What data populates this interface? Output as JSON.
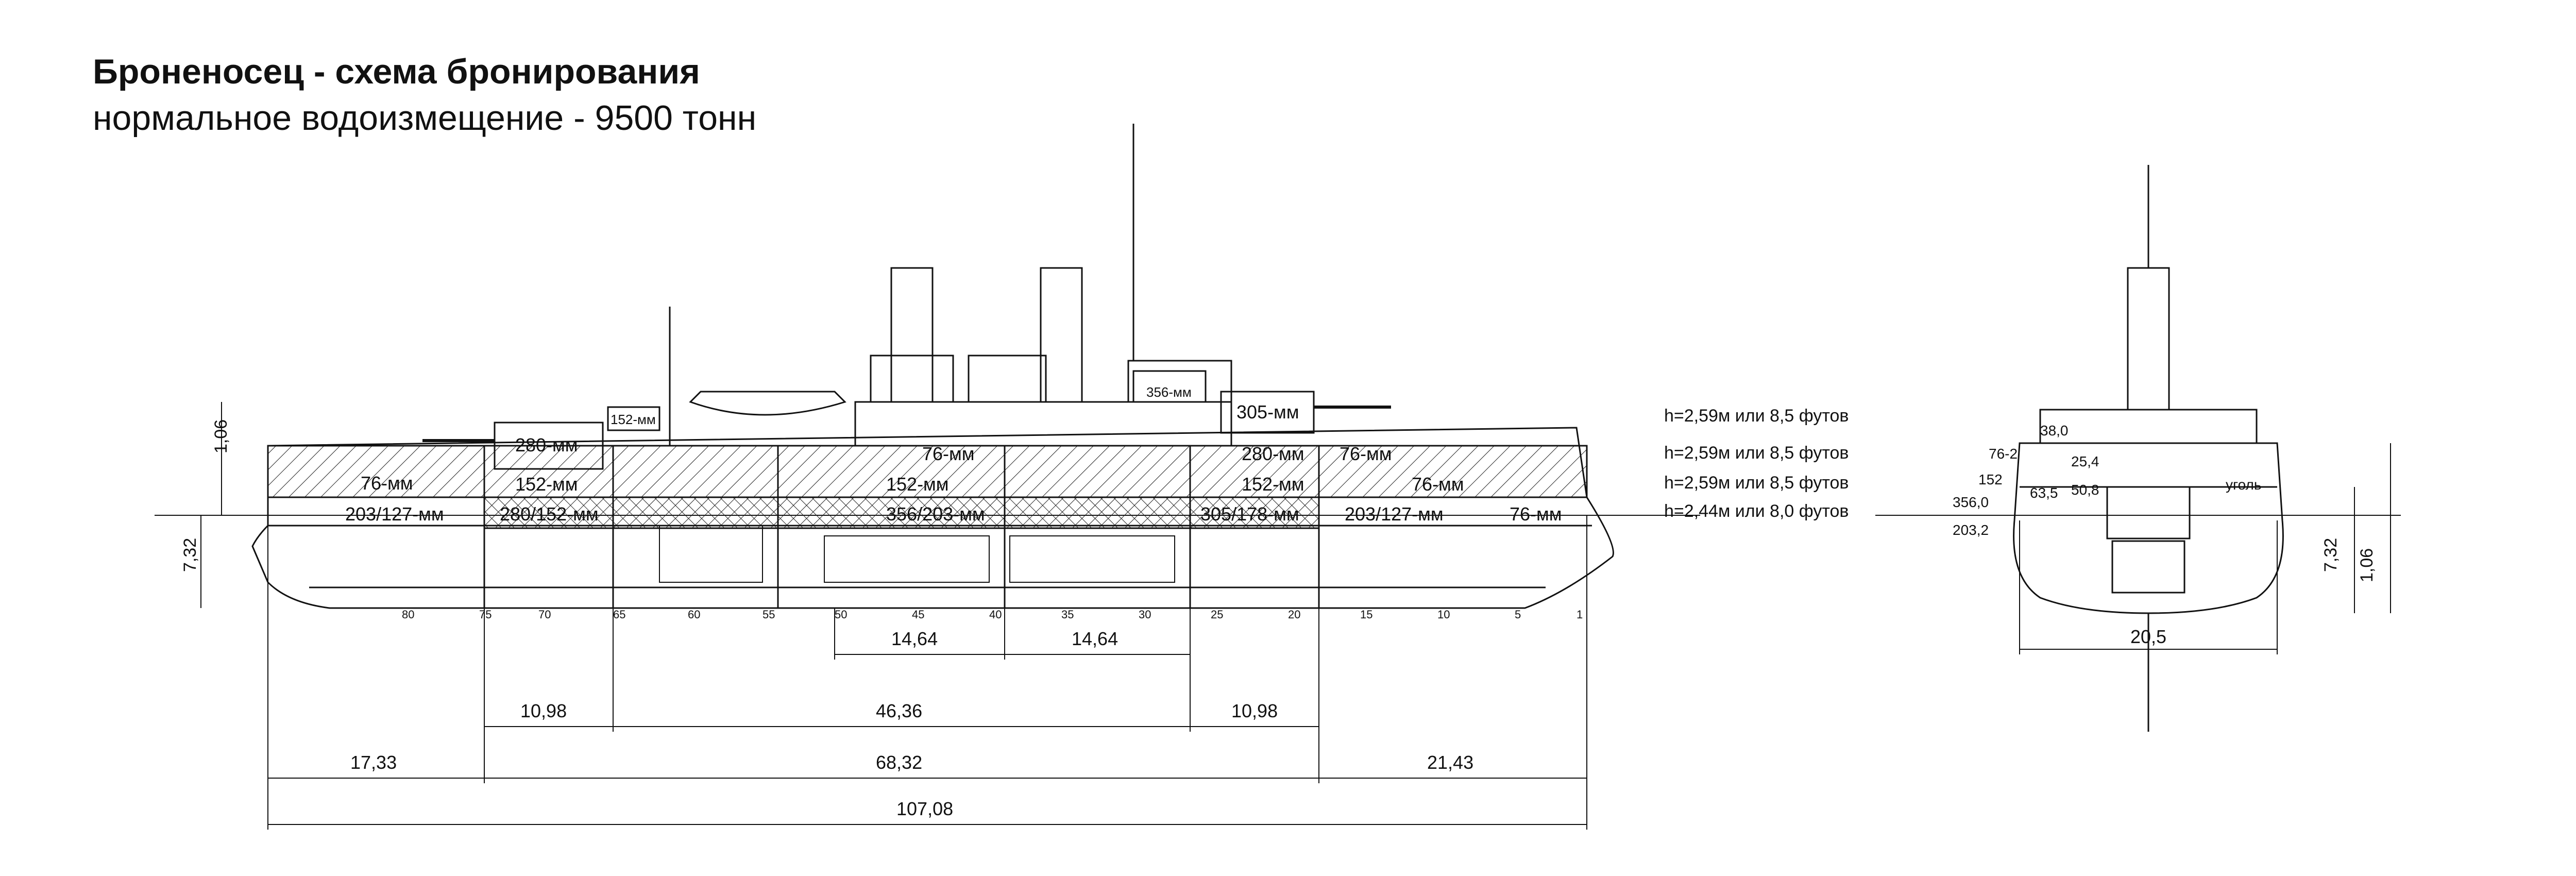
{
  "header": {
    "title": "Броненосец - схема бронирования",
    "subtitle": "нормальное водоизмещение - 9500 тонн"
  },
  "side_view": {
    "armor_labels": {
      "turret_fore": "280-мм",
      "turret_aft": "305-мм",
      "small_turret": "152-мм",
      "tower": "356-мм",
      "deck_76_fore": "76-мм",
      "deck_76_mid": "76-мм",
      "deck_76_aft": "76-мм",
      "cas_152_fore": "152-мм",
      "cas_152_mid": "152-мм",
      "cas_152_aft": "152-мм",
      "barbette_aft": "280-мм",
      "side_76_aft": "76-мм",
      "belt_bow": "203/127-мм",
      "belt_fore": "280/152-мм",
      "belt_mid": "356/203-мм",
      "belt_aft": "305/178-мм",
      "belt_stern": "203/127-мм",
      "belt_end": "76-мм"
    },
    "heights": [
      "h=2,59м или 8,5 футов",
      "h=2,59м или 8,5 футов",
      "h=2,59м или 8,5 футов",
      "h=2,44м или 8,0 футов"
    ],
    "vertical_dims": {
      "freeboard": "1,06",
      "draft": "7,32"
    },
    "frames": [
      "80",
      "75",
      "70",
      "65",
      "60",
      "55",
      "50",
      "45",
      "40",
      "35",
      "30",
      "25",
      "20",
      "15",
      "10",
      "5",
      "1"
    ],
    "dimensions": {
      "d1": "14,64",
      "d2": "14,64",
      "d3": "10,98",
      "d4": "46,36",
      "d5": "10,98",
      "d6": "17,33",
      "d7": "68,32",
      "d8": "21,43",
      "total": "107,08"
    }
  },
  "section_view": {
    "labels": {
      "a": "76-2",
      "b": "38,0",
      "c": "25,4",
      "d": "152",
      "e": "63,5",
      "f": "50,8",
      "g": "356,0",
      "h": "203,2",
      "coal": "уголь"
    },
    "vertical_dims": {
      "draft": "7,32",
      "freeboard": "1,06"
    },
    "beam": "20,5"
  },
  "colors": {
    "line": "#111111",
    "hatch": "#222222"
  }
}
